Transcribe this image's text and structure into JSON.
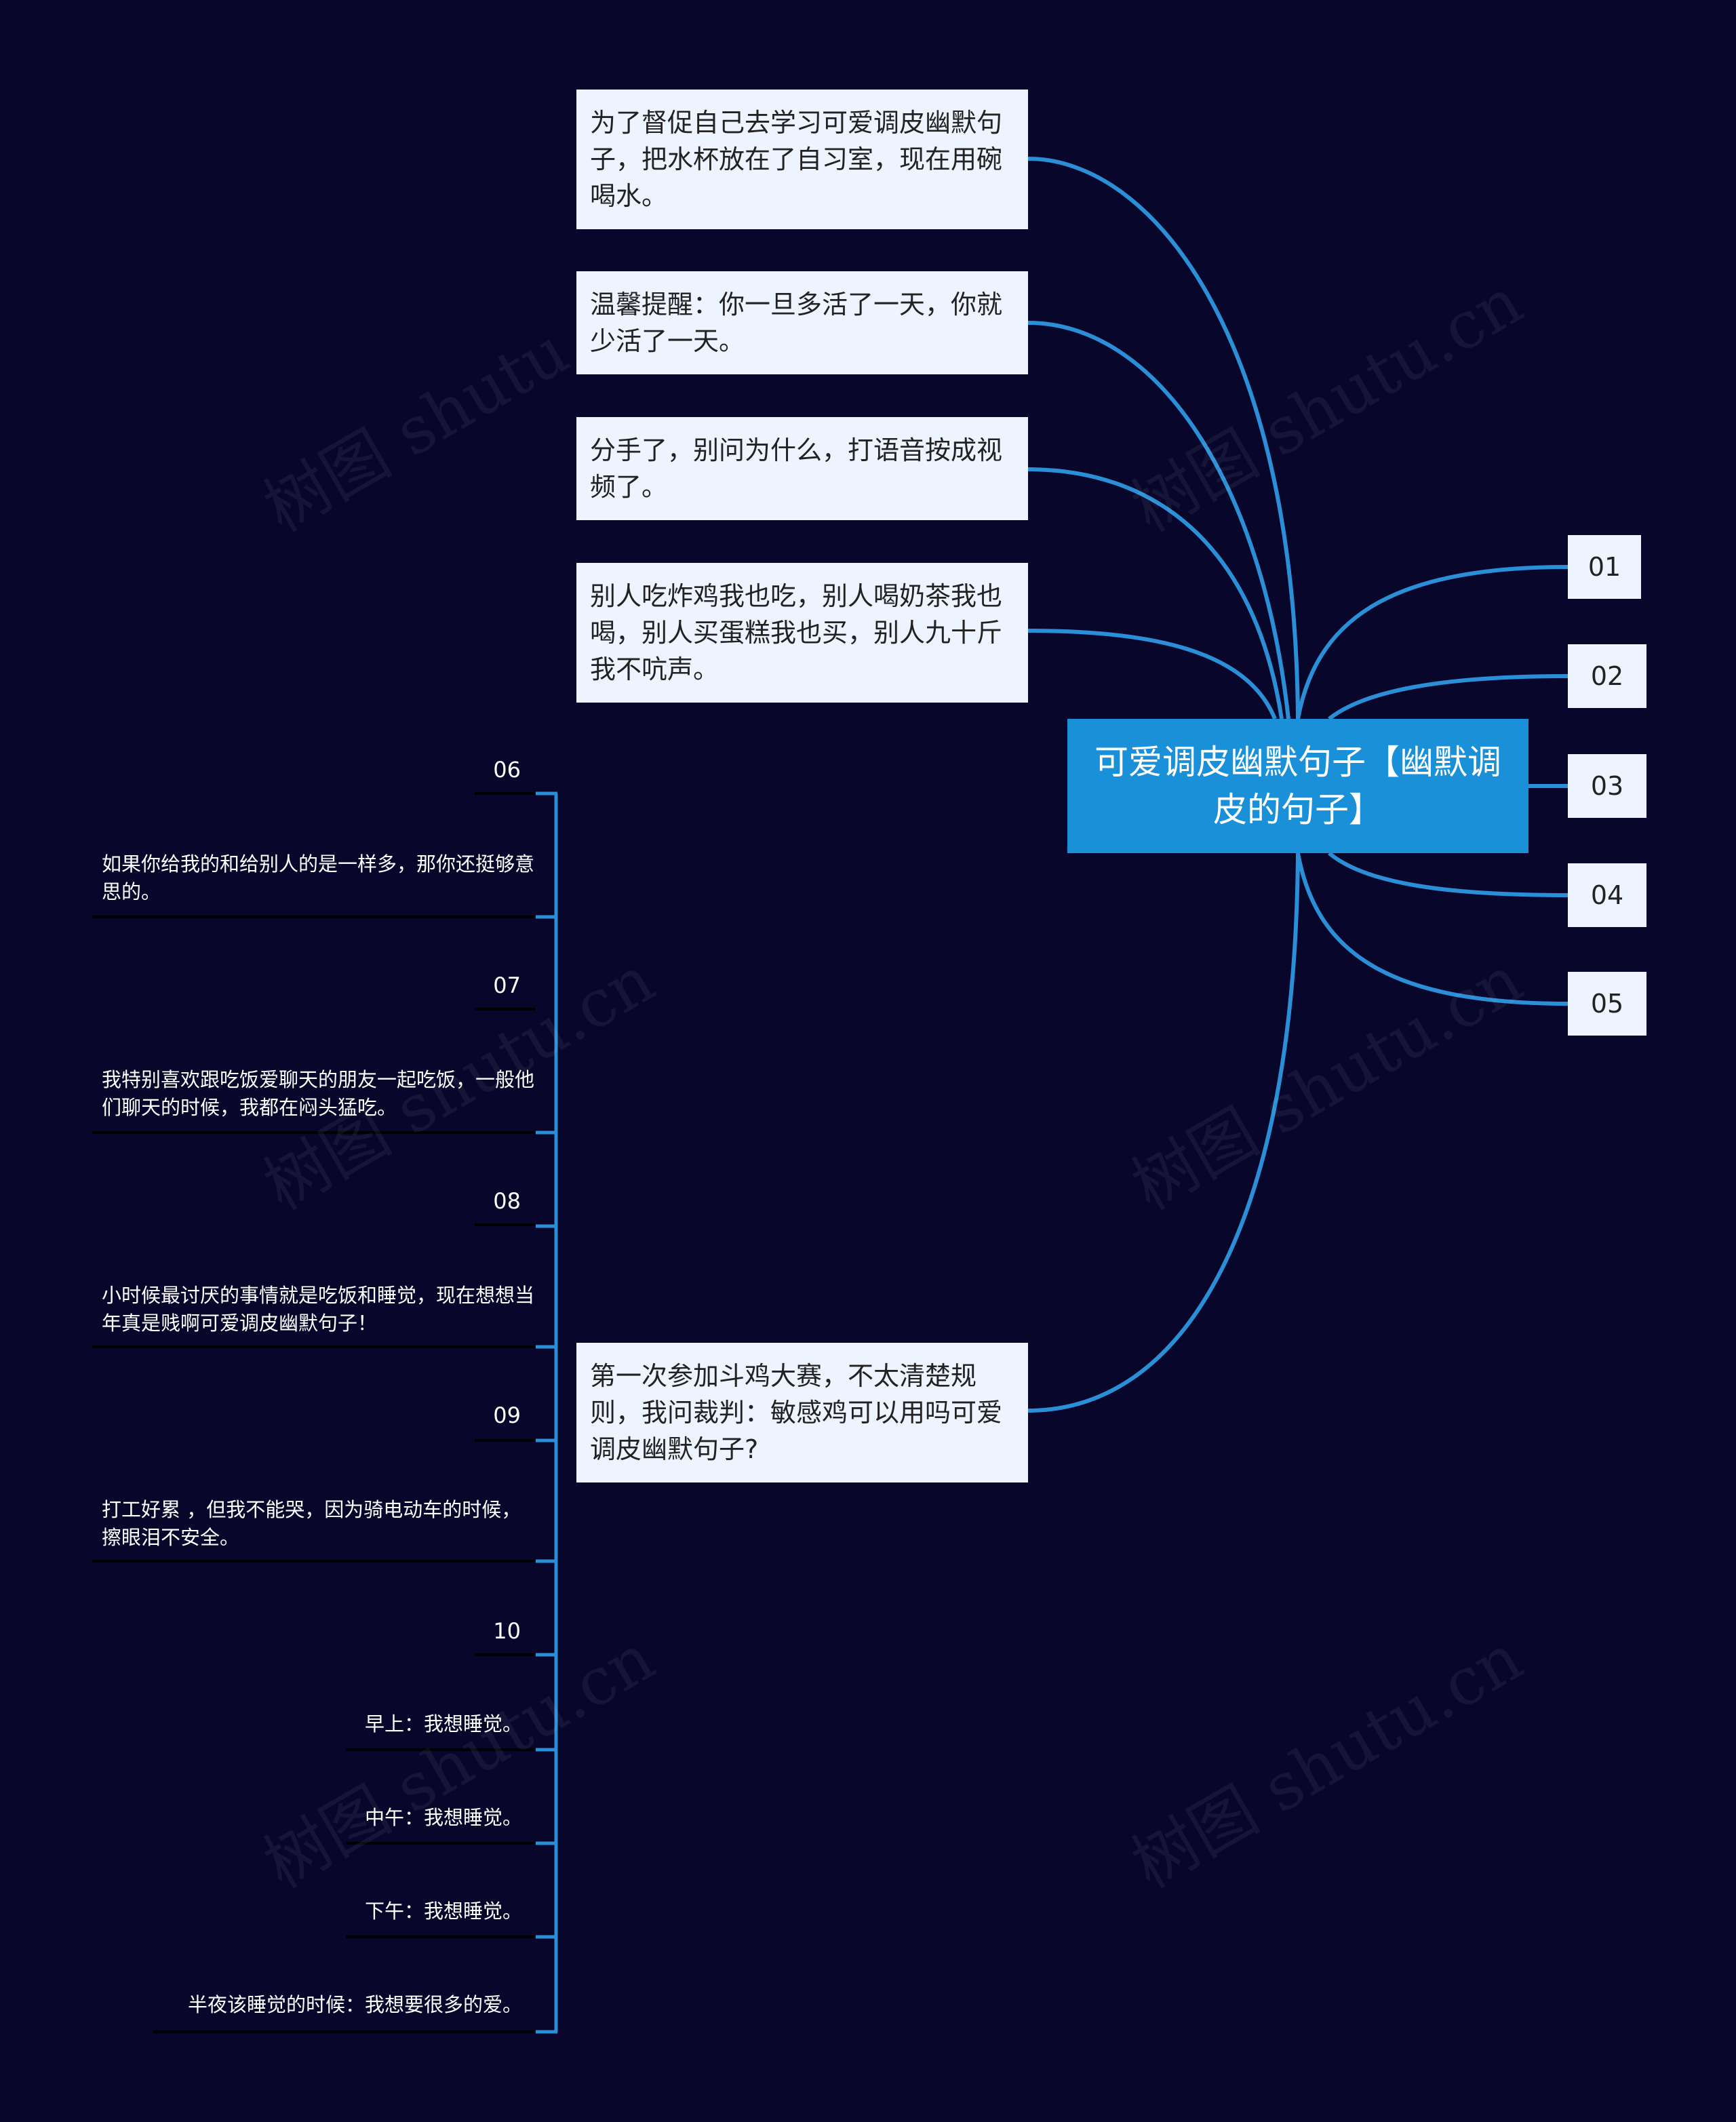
{
  "root": {
    "title": "可爱调皮幽默句子【幽默调皮的句子】"
  },
  "top_cards": [
    "为了督促自己去学习可爱调皮幽默句子，把水杯放在了自习室，现在用碗喝水。",
    "温馨提醒：你一旦多活了一天，你就少活了一天。",
    "分手了，别问为什么，打语音按成视频了。",
    "别人吃炸鸡我也吃，别人喝奶茶我也喝，别人买蛋糕我也买，别人九十斤我不吭声。"
  ],
  "bottom_card": "第一次参加斗鸡大赛，不太清楚规则，我问裁判：敏感鸡可以用吗可爱调皮幽默句子?",
  "right_nodes": [
    "01",
    "02",
    "03",
    "04",
    "05"
  ],
  "left_groups": [
    {
      "num": "06",
      "text": "如果你给我的和给别人的是一样多，那你还挺够意思的。"
    },
    {
      "num": "07",
      "text": "我特别喜欢跟吃饭爱聊天的朋友一起吃饭，一般他们聊天的时候，我都在闷头猛吃。"
    },
    {
      "num": "08",
      "text": "小时候最讨厌的事情就是吃饭和睡觉，现在想想当年真是贱啊可爱调皮幽默句子！"
    },
    {
      "num": "09",
      "text": "打工好累 ，但我不能哭，因为骑电动车的时候，擦眼泪不安全。"
    },
    {
      "num": "10",
      "text": ""
    }
  ],
  "left_items": [
    "早上：我想睡觉。",
    "中午：我想睡觉。",
    "下午：我想睡觉。",
    "半夜该睡觉的时候：我想要很多的爱。"
  ],
  "watermark": "树图 shutu.cn",
  "colors": {
    "background": "#08062b",
    "accent": "#1a90d9",
    "card": "#eef4ff",
    "line": "#2a8fd6"
  }
}
